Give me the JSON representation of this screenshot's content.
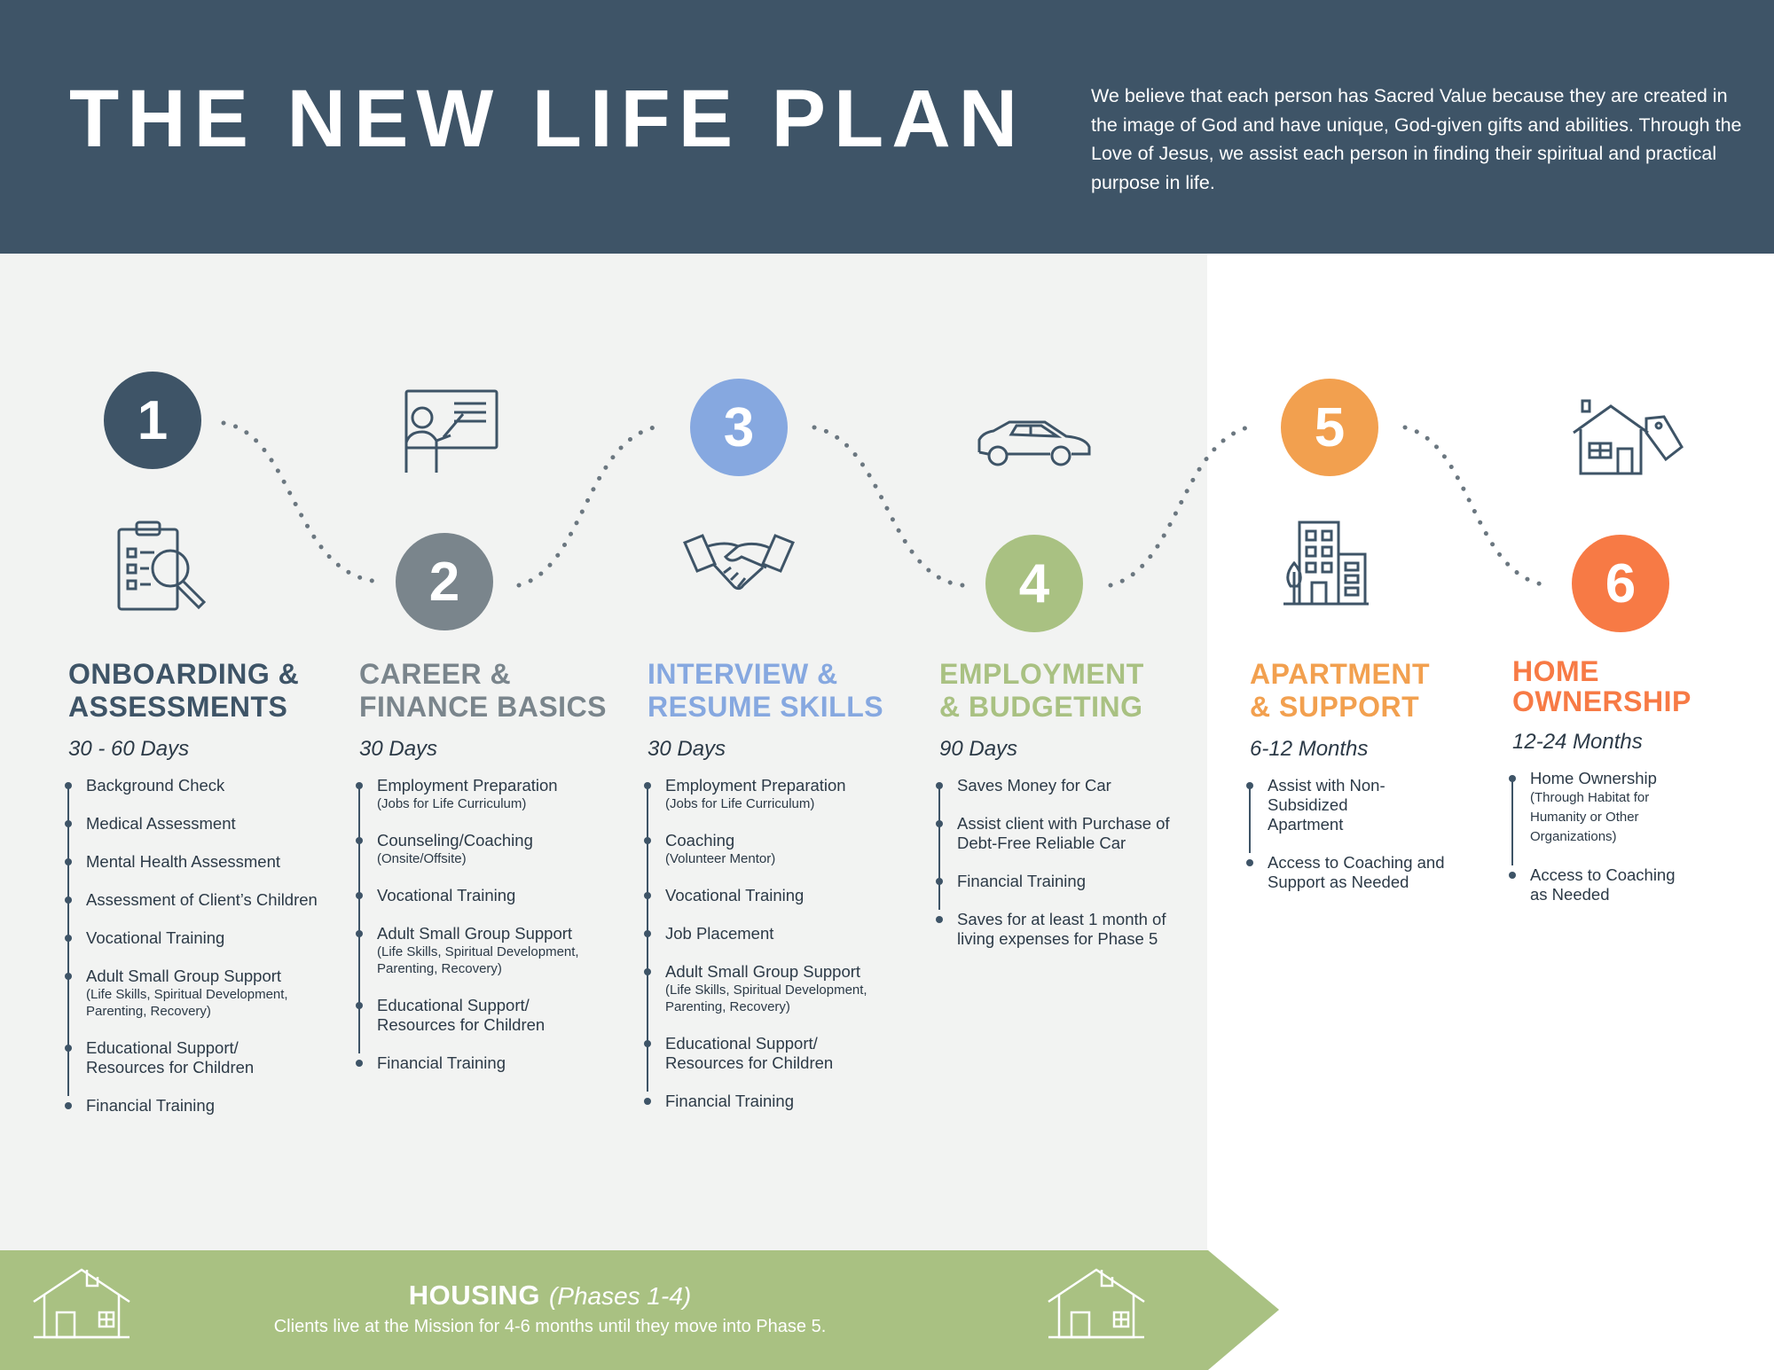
{
  "header": {
    "title": "THE NEW LIFE PLAN",
    "intro": "We believe that each person has Sacred Value because they are created in the image of God and have unique, God-given gifts and abilities. Through the Love of Jesus, we assist each person in finding their spiritual and practical purpose in life."
  },
  "colors": {
    "header": "#3e5467",
    "phase1": "#3e5467",
    "phase2": "#7a858c",
    "phase3": "#86a8e0",
    "phase4": "#a9c182",
    "phase5": "#f2a04f",
    "phase6": "#f77a45",
    "panel": "#f2f3f2"
  },
  "phases": [
    {
      "number": "1",
      "heading1": "ONBOARDING &",
      "heading2": "ASSESSMENTS",
      "duration": "30 - 60 Days",
      "icon": "clipboard-magnifier-icon",
      "items": [
        {
          "main": "Background Check"
        },
        {
          "main": "Medical Assessment"
        },
        {
          "main": "Mental Health Assessment"
        },
        {
          "main": "Assessment of Client’s Children"
        },
        {
          "main": "Vocational Training"
        },
        {
          "main": "Adult Small Group Support",
          "sub": "(Life Skills, Spiritual Development, Parenting, Recovery)"
        },
        {
          "main": "Educational Support/ Resources for Children"
        },
        {
          "main": "Financial Training"
        }
      ]
    },
    {
      "number": "2",
      "heading1": "CAREER &",
      "heading2": "FINANCE BASICS",
      "duration": "30 Days",
      "icon": "teacher-board-icon",
      "items": [
        {
          "main": "Employment Preparation",
          "sub": "(Jobs for Life Curriculum)"
        },
        {
          "main": "Counseling/Coaching",
          "sub": "(Onsite/Offsite)"
        },
        {
          "main": "Vocational Training"
        },
        {
          "main": "Adult Small Group Support",
          "sub": "(Life Skills, Spiritual Development, Parenting, Recovery)"
        },
        {
          "main": "Educational Support/ Resources for Children"
        },
        {
          "main": "Financial Training"
        }
      ]
    },
    {
      "number": "3",
      "heading1": "INTERVIEW &",
      "heading2": "RESUME SKILLS",
      "duration": "30 Days",
      "icon": "handshake-icon",
      "items": [
        {
          "main": "Employment Preparation",
          "sub": "(Jobs for Life Curriculum)"
        },
        {
          "main": "Coaching",
          "sub": "(Volunteer Mentor)"
        },
        {
          "main": "Vocational Training"
        },
        {
          "main": "Job Placement"
        },
        {
          "main": "Adult Small Group Support",
          "sub": "(Life Skills, Spiritual Development, Parenting, Recovery)"
        },
        {
          "main": "Educational Support/ Resources for Children"
        },
        {
          "main": "Financial Training"
        }
      ]
    },
    {
      "number": "4",
      "heading1": "EMPLOYMENT",
      "heading2": "& BUDGETING",
      "duration": "90 Days",
      "icon": "car-icon",
      "items": [
        {
          "main": "Saves Money for Car"
        },
        {
          "main": "Assist client with Purchase of Debt-Free Reliable Car"
        },
        {
          "main": "Financial Training"
        },
        {
          "main": "Saves for at least 1 month of living expenses for Phase 5"
        }
      ]
    },
    {
      "number": "5",
      "heading1": "APARTMENT",
      "heading2": "& SUPPORT",
      "duration": "6-12 Months",
      "icon": "apartment-building-icon",
      "items": [
        {
          "main": "Assist with Non-Subsidized Apartment"
        },
        {
          "main": "Access to Coaching and Support as Needed"
        }
      ]
    },
    {
      "number": "6",
      "heading1": "HOME",
      "heading2": "OWNERSHIP",
      "duration": "12-24 Months",
      "icon": "house-tag-icon",
      "items": [
        {
          "main": "Home Ownership",
          "sub": "(Through Habitat for Humanity or Other Organizations)"
        },
        {
          "main": "Access to Coaching as Needed"
        }
      ]
    }
  ],
  "banner": {
    "title": "HOUSING",
    "phases": "(Phases 1-4)",
    "subtitle": "Clients live at the Mission for 4-6 months  until they move into Phase 5.",
    "color": "#a9c182"
  }
}
